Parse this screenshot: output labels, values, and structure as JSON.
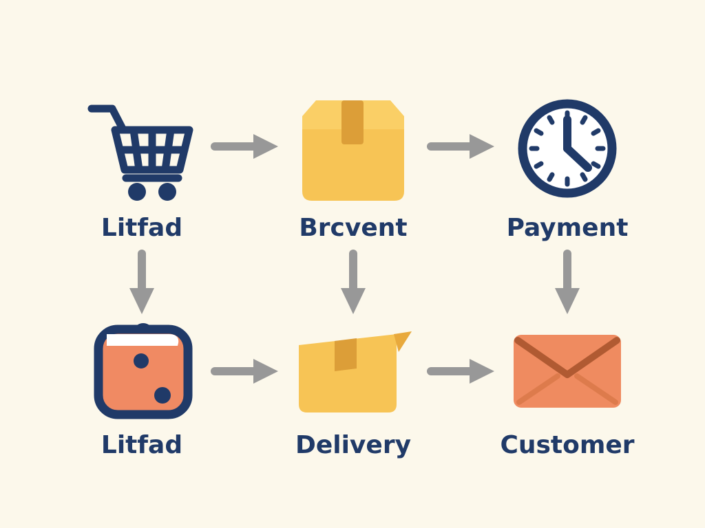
{
  "background_color": "#FCF8EB",
  "colors": {
    "navy": "#203A68",
    "arrow_gray": "#989898",
    "box_yellow": "#F7C455",
    "box_lid_yellow": "#FACF66",
    "box_tape": "#DC9E38",
    "flap_yellow": "#E8A93C",
    "clipboard_orange": "#F08A63",
    "envelope_orange": "#EF8B60",
    "envelope_fold_dark": "#B05A32",
    "envelope_fold_light": "#DD7B4C",
    "clock_face": "#FFFFFF"
  },
  "flow": {
    "rows": [
      {
        "nodes": [
          {
            "label": "Litfad",
            "icon": "shopping-cart-icon"
          },
          {
            "label": "Brcvent",
            "icon": "package-box-icon"
          },
          {
            "label": "Payment",
            "icon": "clock-icon"
          }
        ]
      },
      {
        "nodes": [
          {
            "label": "Litfad",
            "icon": "clipboard-icon"
          },
          {
            "label": "Delivery",
            "icon": "open-box-icon"
          },
          {
            "label": "Customer",
            "icon": "envelope-icon"
          }
        ]
      }
    ],
    "connectors": {
      "horizontal_count": 4,
      "vertical_count": 3,
      "direction_row": "right",
      "direction_column": "down"
    }
  }
}
